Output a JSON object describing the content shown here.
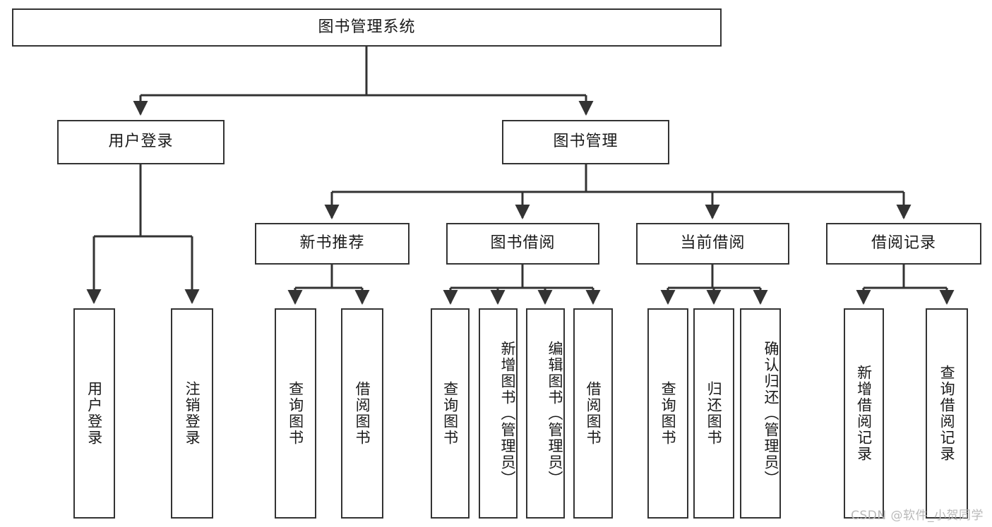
{
  "diagram": {
    "type": "hierarchy-tree",
    "title": "图书管理系统",
    "root": {
      "id": "root",
      "label": "图书管理系统"
    },
    "level2": [
      {
        "id": "user-login",
        "label": "用户登录"
      },
      {
        "id": "book-management",
        "label": "图书管理"
      }
    ],
    "level3": [
      {
        "id": "new-book-recommend",
        "label": "新书推荐",
        "parent": "book-management"
      },
      {
        "id": "book-borrow",
        "label": "图书借阅",
        "parent": "book-management"
      },
      {
        "id": "current-borrow",
        "label": "当前借阅",
        "parent": "book-management"
      },
      {
        "id": "borrow-record",
        "label": "借阅记录",
        "parent": "book-management"
      }
    ],
    "leaves": [
      {
        "id": "leaf-user-login",
        "label": "用户登录",
        "parent": "user-login"
      },
      {
        "id": "leaf-logout-login",
        "label": "注销登录",
        "parent": "user-login"
      },
      {
        "id": "leaf-query-book-1",
        "label": "查询图书",
        "parent": "new-book-recommend"
      },
      {
        "id": "leaf-borrow-book-1",
        "label": "借阅图书",
        "parent": "new-book-recommend"
      },
      {
        "id": "leaf-query-book-2",
        "label": "查询图书",
        "parent": "book-borrow"
      },
      {
        "id": "leaf-add-book",
        "label": "新增图书（管理员）",
        "parent": "book-borrow"
      },
      {
        "id": "leaf-edit-book",
        "label": "编辑图书（管理员）",
        "parent": "book-borrow"
      },
      {
        "id": "leaf-borrow-book-2",
        "label": "借阅图书",
        "parent": "book-borrow"
      },
      {
        "id": "leaf-query-book-3",
        "label": "查询图书",
        "parent": "current-borrow"
      },
      {
        "id": "leaf-return-book",
        "label": "归还图书",
        "parent": "current-borrow"
      },
      {
        "id": "leaf-confirm-return",
        "label": "确认归还（管理员）",
        "parent": "current-borrow"
      },
      {
        "id": "leaf-add-borrow-record",
        "label": "新增借阅记录",
        "parent": "borrow-record"
      },
      {
        "id": "leaf-query-borrow-record",
        "label": "查询借阅记录",
        "parent": "borrow-record"
      }
    ],
    "colors": {
      "stroke": "#333333",
      "box_fill": "#ffffff",
      "text": "#1a1a1a",
      "watermark": "#b9b9b9"
    }
  },
  "watermark": {
    "text": "CSDN @软件_小贺同学"
  }
}
